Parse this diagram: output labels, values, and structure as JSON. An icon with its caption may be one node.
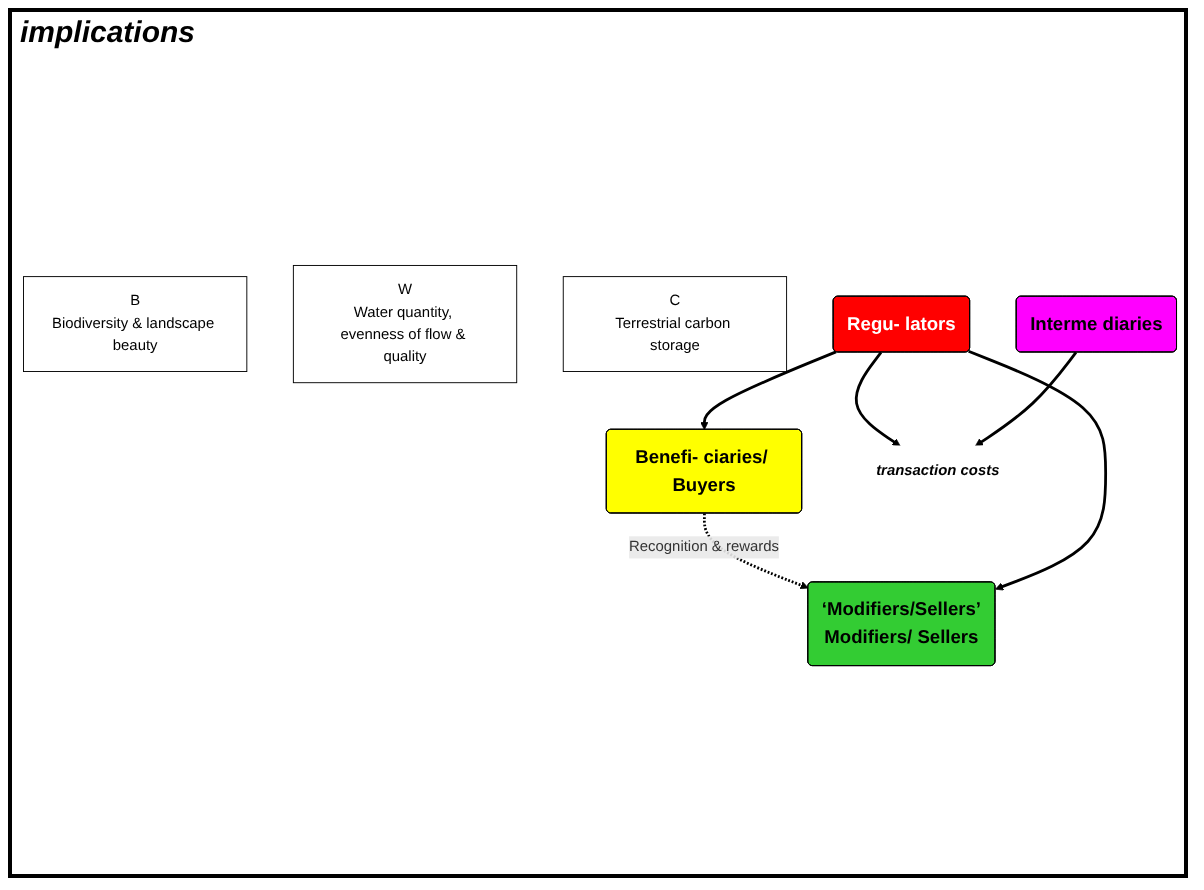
{
  "diagram": {
    "nodes": [
      {
        "text": [
          "‘Modifiers/Sellers’",
          "Modifiers/ Sellers"
        ]
      },
      {
        "text": [
          "Benefi- ciaries/ Buyers"
        ]
      },
      {
        "text": [
          "B",
          "Biodiversity & landscape beauty"
        ]
      },
      {
        "text": [
          "W",
          "Water quantity, evenness of flow & quality"
        ]
      },
      {
        "text": [
          "C",
          "Terrestrial carbon storage"
        ]
      },
      {
        "text": [
          "Regu- lators"
        ]
      },
      {
        "text": [
          "Interme diaries"
        ]
      },
      {
        "text": [
          "transaction costs"
        ]
      }
    ],
    "edges": [
      {
        "from": 1,
        "to": 0,
        "arrow": "to",
        "label": "Recognition & rewards",
        "style": "dashed"
      },
      {
        "from": 5,
        "to": 0,
        "arrow": "to"
      },
      {
        "from": 5,
        "to": 7,
        "arrow": "to"
      },
      {
        "from": 5,
        "to": 1,
        "arrow": "to"
      },
      {
        "from": 6,
        "to": 7,
        "arrow": "to"
      }
    ],
    "labels": [
      "implications"
    ]
  }
}
